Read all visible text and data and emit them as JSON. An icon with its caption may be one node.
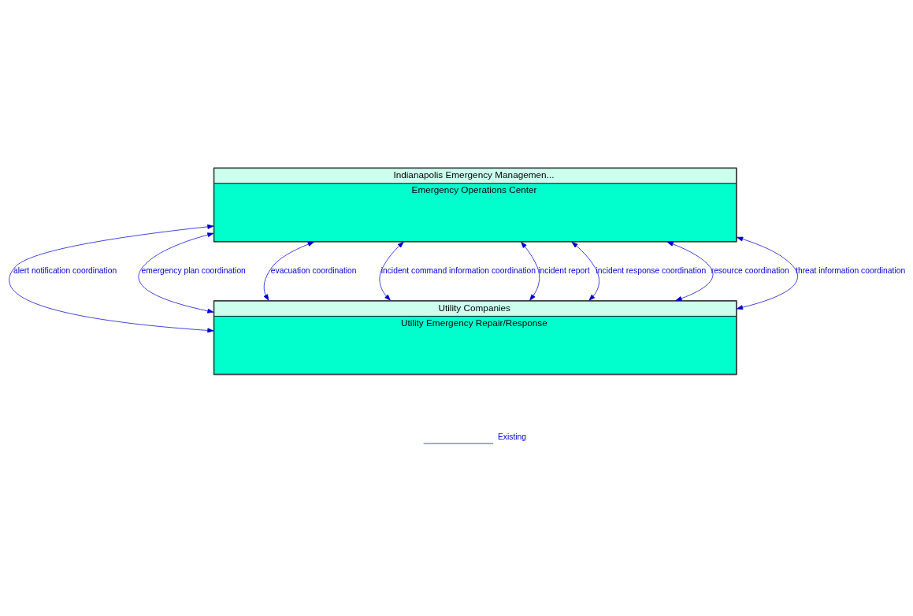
{
  "diagram": {
    "nodes": [
      {
        "text": [
          "Indianapolis Emergency Managemen...",
          "Emergency Operations Center"
        ]
      },
      {
        "text": [
          "Utility Companies",
          "Utility Emergency Repair/Response"
        ]
      }
    ],
    "edges": [
      {
        "from": 0,
        "to": 1,
        "arrow": "both",
        "label": "alert notification coordination"
      },
      {
        "from": 0,
        "to": 1,
        "arrow": "both",
        "label": "emergency plan coordination"
      },
      {
        "from": 0,
        "to": 1,
        "arrow": "both",
        "label": "evacuation coordination"
      },
      {
        "from": 0,
        "to": 1,
        "arrow": "both",
        "label": "incident command information coordination"
      },
      {
        "from": 0,
        "to": 1,
        "arrow": "both",
        "label": "incident report"
      },
      {
        "from": 0,
        "to": 1,
        "arrow": "both",
        "label": "incident response coordination"
      },
      {
        "from": 0,
        "to": 1,
        "arrow": "both",
        "label": "resource coordination"
      },
      {
        "from": 0,
        "to": 1,
        "arrow": "both",
        "label": "threat information coordination"
      }
    ],
    "legend": [
      {
        "text": "Existing"
      }
    ]
  }
}
